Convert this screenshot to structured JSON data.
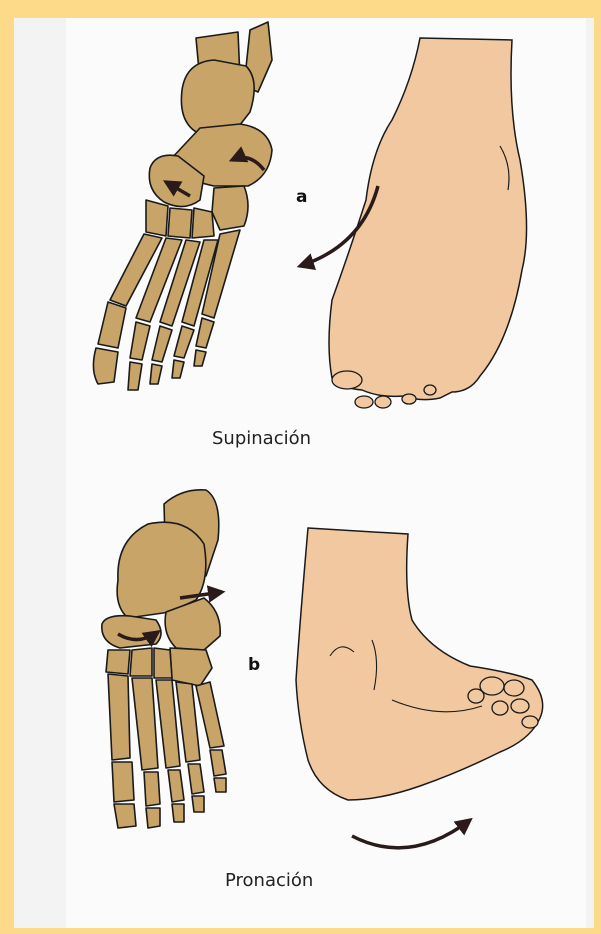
{
  "panel_a": {
    "letter": "a",
    "caption": "Supinación"
  },
  "panel_b": {
    "letter": "b",
    "caption": "Pronación"
  },
  "colors": {
    "background_border": "#fdd98a",
    "bone_fill": "#c8a468",
    "skin_fill": "#f2c8a0",
    "outline": "#1a1a1a",
    "arrow": "#2a1a1a"
  }
}
